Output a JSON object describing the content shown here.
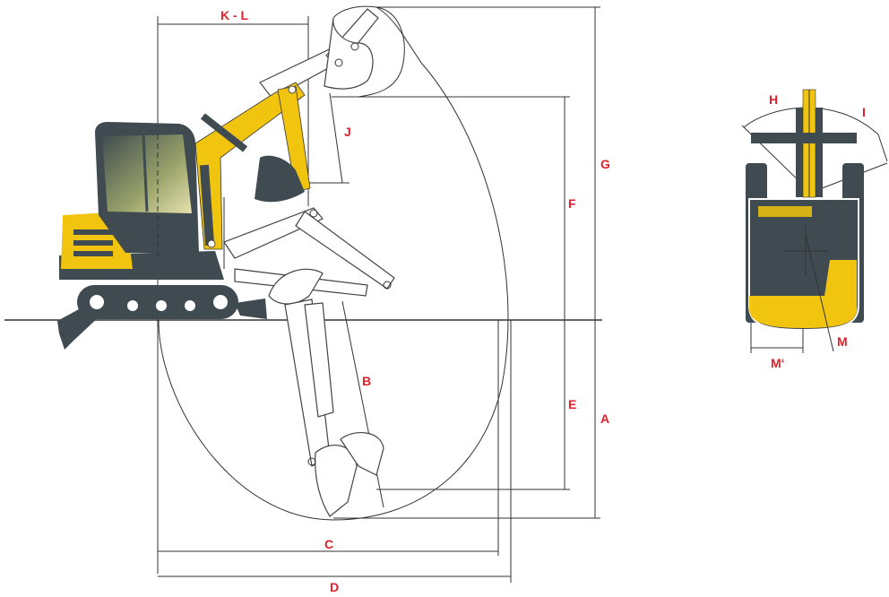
{
  "colors": {
    "label": "#e3202a",
    "machine_yellow": "#f1c40f",
    "machine_dark": "#3f4b50",
    "line": "#333333"
  },
  "labels": {
    "kl": "K - L",
    "j": "J",
    "f": "F",
    "g": "G",
    "e": "E",
    "a": "A",
    "b": "B",
    "c": "C",
    "d": "D",
    "h": "H",
    "i": "I",
    "m": "M",
    "m_prime": "M‘"
  }
}
